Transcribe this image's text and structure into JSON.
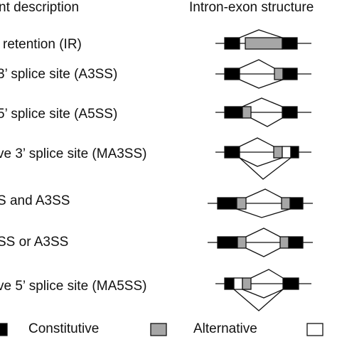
{
  "header": {
    "left": "nt description",
    "right": "Intron-exon structure"
  },
  "rows": [
    {
      "label": "retention (IR)",
      "kind": "IR"
    },
    {
      "label": "3’ splice site (A3SS)",
      "kind": "A3SS"
    },
    {
      "label": "5’ splice site (A5SS)",
      "kind": "A5SS"
    },
    {
      "label": "ve 3’ splice site (MA3SS)",
      "kind": "MA3SS"
    },
    {
      "label": "S and A3SS",
      "kind": "A5SS_AND_A3SS"
    },
    {
      "label": "SS or A3SS",
      "kind": "A5SS_OR_A3SS"
    },
    {
      "label": "ve 5’ splice site (MA5SS)",
      "kind": "MA5SS"
    }
  ],
  "legend": {
    "items": [
      {
        "label": "Constitutive",
        "fill": "#000000"
      },
      {
        "label": "Alternative",
        "fill": "#a6a6a6"
      },
      {
        "label": "",
        "fill": "#ffffff"
      }
    ]
  },
  "colors": {
    "constitutive": "#000000",
    "alternative": "#a6a6a6",
    "novel": "#ffffff",
    "line": "#111111"
  }
}
